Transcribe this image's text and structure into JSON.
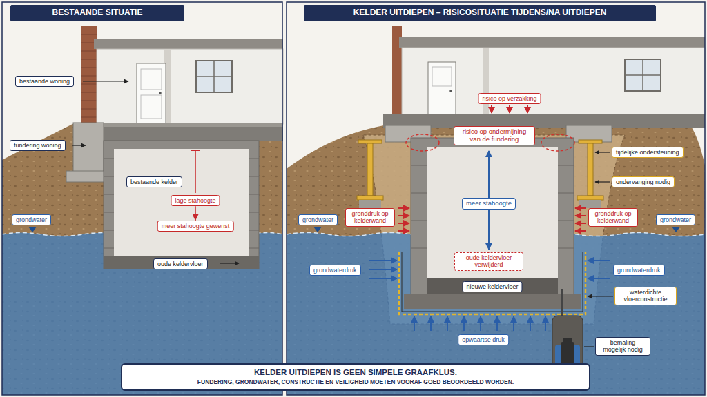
{
  "diagram": {
    "nodes": [
      {
        "text": [
          "BESTAANDE SITUATIE"
        ]
      },
      {
        "text": [
          "KELDER UITDIEPEN – RISICOSITUATIE TIJDENS/NA UITDIEPEN"
        ]
      },
      {
        "text": [
          "bestaande woning"
        ]
      },
      {
        "text": [
          "fundering woning"
        ]
      },
      {
        "text": [
          "bestaande kelder"
        ]
      },
      {
        "text": [
          "lage stahoogte"
        ]
      },
      {
        "text": [
          "meer stahoogte gewenst"
        ]
      },
      {
        "text": [
          "grondwater"
        ]
      },
      {
        "text": [
          "oude keldervloer"
        ]
      },
      {
        "text": [
          "risico op verzakking"
        ]
      },
      {
        "text": [
          "risico op ondermijning van de fundering"
        ]
      },
      {
        "text": [
          "tijdelijke ondersteuning"
        ]
      },
      {
        "text": [
          "ondervanging nodig"
        ]
      },
      {
        "text": [
          "meer stahoogte"
        ]
      },
      {
        "text": [
          "grondwater"
        ]
      },
      {
        "text": [
          "gronddruk op kelderwand"
        ]
      },
      {
        "text": [
          "gronddruk op kelderwand"
        ]
      },
      {
        "text": [
          "grondwater"
        ]
      },
      {
        "text": [
          "oude keldervloer verwijderd"
        ]
      },
      {
        "text": [
          "grondwaterdruk"
        ]
      },
      {
        "text": [
          "grondwaterdruk"
        ]
      },
      {
        "text": [
          "nieuwe keldervloer"
        ]
      },
      {
        "text": [
          "waterdichte vloerconstructie"
        ]
      },
      {
        "text": [
          "opwaartse druk"
        ]
      },
      {
        "text": [
          "bemaling mogelijk nodig"
        ]
      },
      {
        "text": [
          "KELDER UITDIEPEN IS GEEN SIMPELE GRAAFKLUS.",
          "FUNDERING, GRONDWATER, CONSTRUCTIE EN VEILIGHEID MOETEN VOORAF GOED BEOORDEELD WORDEN."
        ]
      }
    ],
    "edges": [
      {
        "from": 5,
        "to": 6,
        "arrow": "to"
      }
    ]
  }
}
